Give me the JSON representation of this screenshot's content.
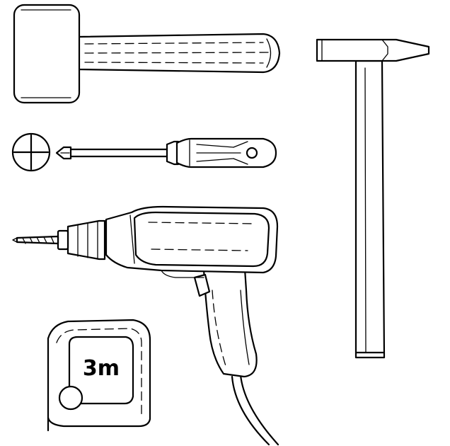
{
  "illustration": {
    "tools": [
      {
        "id": "mallet",
        "icon": "mallet-icon"
      },
      {
        "id": "claw_hammer",
        "icon": "hammer-icon"
      },
      {
        "id": "screwdriver",
        "icon": "phillips-screwdriver-icon"
      },
      {
        "id": "screw_head",
        "icon": "phillips-screw-head-icon"
      },
      {
        "id": "drill",
        "icon": "power-drill-icon"
      },
      {
        "id": "tape_measure",
        "icon": "tape-measure-icon"
      }
    ],
    "tape_measure_label": "3m",
    "colors": {
      "line": "#000000",
      "background": "#ffffff"
    }
  }
}
